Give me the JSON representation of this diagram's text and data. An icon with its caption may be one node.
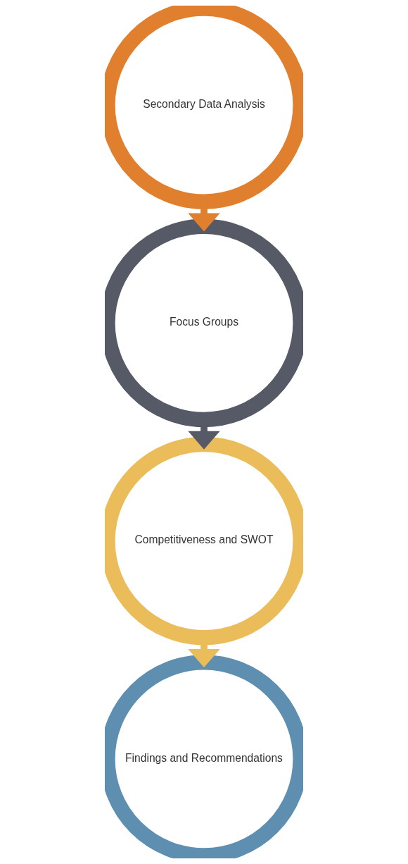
{
  "diagram": {
    "nodes": [
      {
        "text": [
          "Secondary Data Analysis"
        ]
      },
      {
        "text": [
          "Focus Groups"
        ]
      },
      {
        "text": [
          "Competitiveness and SWOT"
        ]
      },
      {
        "text": [
          "Findings and Recommendations"
        ]
      }
    ],
    "edges": [
      {
        "from": 0,
        "to": 1,
        "arrow": "to",
        "color": "#e07f2e"
      },
      {
        "from": 1,
        "to": 2,
        "arrow": "to",
        "color": "#555a66"
      },
      {
        "from": 2,
        "to": 3,
        "arrow": "to",
        "color": "#eabd5a"
      }
    ]
  }
}
